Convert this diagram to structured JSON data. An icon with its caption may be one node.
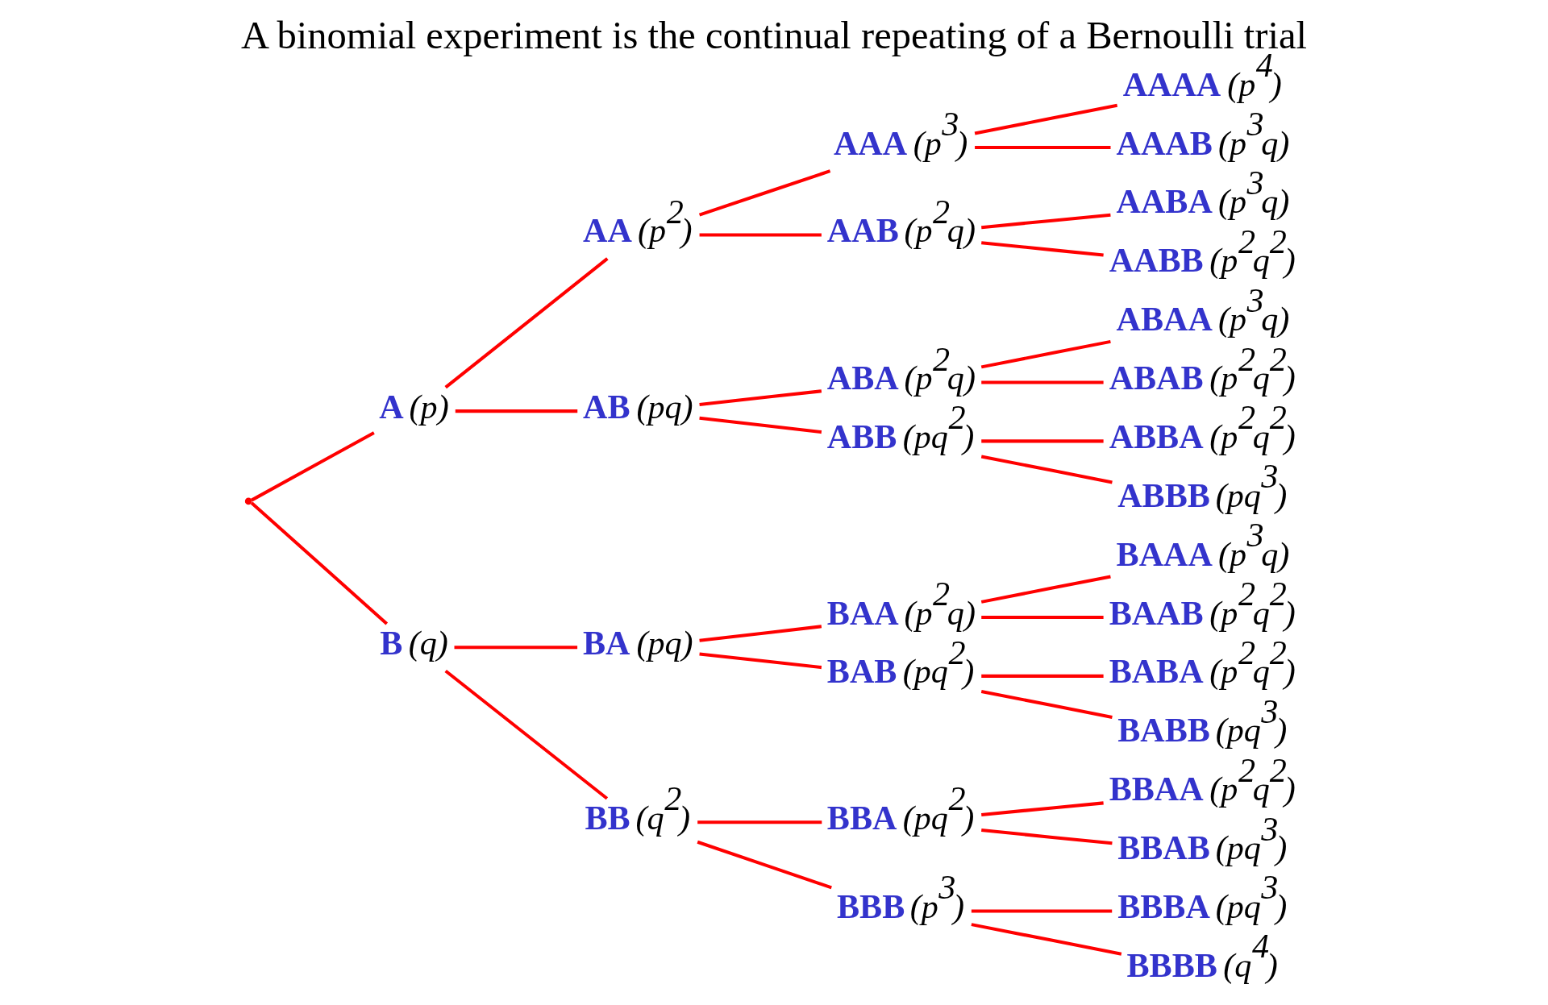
{
  "diagram": {
    "title": "A binomial experiment is the continual repeating of a Bernoulli trial",
    "nodes": [
      {
        "text": [],
        "shape": "point"
      },
      {
        "text": [
          "A",
          "(p)"
        ]
      },
      {
        "text": [
          "B",
          "(q)"
        ]
      },
      {
        "text": [
          "AA",
          "(p$^{2}$)"
        ]
      },
      {
        "text": [
          "AB",
          "(pq)"
        ]
      },
      {
        "text": [
          "BA",
          "(pq)"
        ]
      },
      {
        "text": [
          "BB",
          "(q$^{2}$)"
        ]
      },
      {
        "text": [
          "AAA",
          "(p$^{3}$)"
        ]
      },
      {
        "text": [
          "AAB",
          "(p$^{2}$q)"
        ]
      },
      {
        "text": [
          "ABA",
          "(p$^{2}$q)"
        ]
      },
      {
        "text": [
          "ABB",
          "(pq$^{2}$)"
        ]
      },
      {
        "text": [
          "BAA",
          "(p$^{2}$q)"
        ]
      },
      {
        "text": [
          "BAB",
          "(pq$^{2}$)"
        ]
      },
      {
        "text": [
          "BBA",
          "(pq$^{2}$)"
        ]
      },
      {
        "text": [
          "BBB",
          "(p$^{3}$)"
        ]
      },
      {
        "text": [
          "AAAA",
          "(p$^{4}$)"
        ]
      },
      {
        "text": [
          "AAAB",
          "(p$^{3}$q)"
        ]
      },
      {
        "text": [
          "AABA",
          "(p$^{3}$q)"
        ]
      },
      {
        "text": [
          "AABB",
          "(p$^{2}$q$^{2}$)"
        ]
      },
      {
        "text": [
          "ABAA",
          "(p$^{3}$q)"
        ]
      },
      {
        "text": [
          "ABAB",
          "(p$^{2}$q$^{2}$)"
        ]
      },
      {
        "text": [
          "ABBA",
          "(p$^{2}$q$^{2}$)"
        ]
      },
      {
        "text": [
          "ABBB",
          "(pq$^{3}$)"
        ]
      },
      {
        "text": [
          "BAAA",
          "(p$^{3}$q)"
        ]
      },
      {
        "text": [
          "BAAB",
          "(p$^{2}$q$^{2}$)"
        ]
      },
      {
        "text": [
          "BABA",
          "(p$^{2}$q$^{2}$)"
        ]
      },
      {
        "text": [
          "BABB",
          "(pq$^{3}$)"
        ]
      },
      {
        "text": [
          "BBAA",
          "(p$^{2}$q$^{2}$)"
        ]
      },
      {
        "text": [
          "BBAB",
          "(pq$^{3}$)"
        ]
      },
      {
        "text": [
          "BBBA",
          "(pq$^{3}$)"
        ]
      },
      {
        "text": [
          "BBBB",
          "(q$^{4}$)"
        ]
      }
    ],
    "edges": [
      {
        "from": 0,
        "to": 1,
        "arrow": "none"
      },
      {
        "from": 0,
        "to": 2,
        "arrow": "none"
      },
      {
        "from": 1,
        "to": 3,
        "arrow": "none"
      },
      {
        "from": 1,
        "to": 4,
        "arrow": "none"
      },
      {
        "from": 2,
        "to": 5,
        "arrow": "none"
      },
      {
        "from": 2,
        "to": 6,
        "arrow": "none"
      },
      {
        "from": 3,
        "to": 7,
        "arrow": "none"
      },
      {
        "from": 3,
        "to": 8,
        "arrow": "none"
      },
      {
        "from": 4,
        "to": 9,
        "arrow": "none"
      },
      {
        "from": 4,
        "to": 10,
        "arrow": "none"
      },
      {
        "from": 5,
        "to": 11,
        "arrow": "none"
      },
      {
        "from": 5,
        "to": 12,
        "arrow": "none"
      },
      {
        "from": 6,
        "to": 13,
        "arrow": "none"
      },
      {
        "from": 6,
        "to": 14,
        "arrow": "none"
      },
      {
        "from": 7,
        "to": 15,
        "arrow": "none"
      },
      {
        "from": 7,
        "to": 16,
        "arrow": "none"
      },
      {
        "from": 8,
        "to": 17,
        "arrow": "none"
      },
      {
        "from": 8,
        "to": 18,
        "arrow": "none"
      },
      {
        "from": 9,
        "to": 19,
        "arrow": "none"
      },
      {
        "from": 9,
        "to": 20,
        "arrow": "none"
      },
      {
        "from": 10,
        "to": 21,
        "arrow": "none"
      },
      {
        "from": 10,
        "to": 22,
        "arrow": "none"
      },
      {
        "from": 11,
        "to": 23,
        "arrow": "none"
      },
      {
        "from": 11,
        "to": 24,
        "arrow": "none"
      },
      {
        "from": 12,
        "to": 25,
        "arrow": "none"
      },
      {
        "from": 12,
        "to": 26,
        "arrow": "none"
      },
      {
        "from": 13,
        "to": 27,
        "arrow": "none"
      },
      {
        "from": 13,
        "to": 28,
        "arrow": "none"
      },
      {
        "from": 14,
        "to": 29,
        "arrow": "none"
      },
      {
        "from": 14,
        "to": 30,
        "arrow": "none"
      }
    ]
  }
}
